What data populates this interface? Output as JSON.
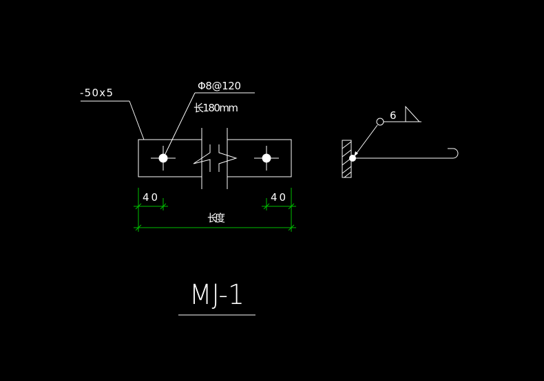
{
  "drawing": {
    "plate_spec": "-50x5",
    "anchor_spec": "Φ8@120",
    "anchor_length": "长180mm",
    "dim_left": "40",
    "dim_right": "40",
    "dim_total": "长度",
    "weld_size": "6",
    "title": "MJ-1"
  },
  "colors": {
    "background": "#000000",
    "lines": "#ffffff",
    "dimensions": "#00c000"
  }
}
